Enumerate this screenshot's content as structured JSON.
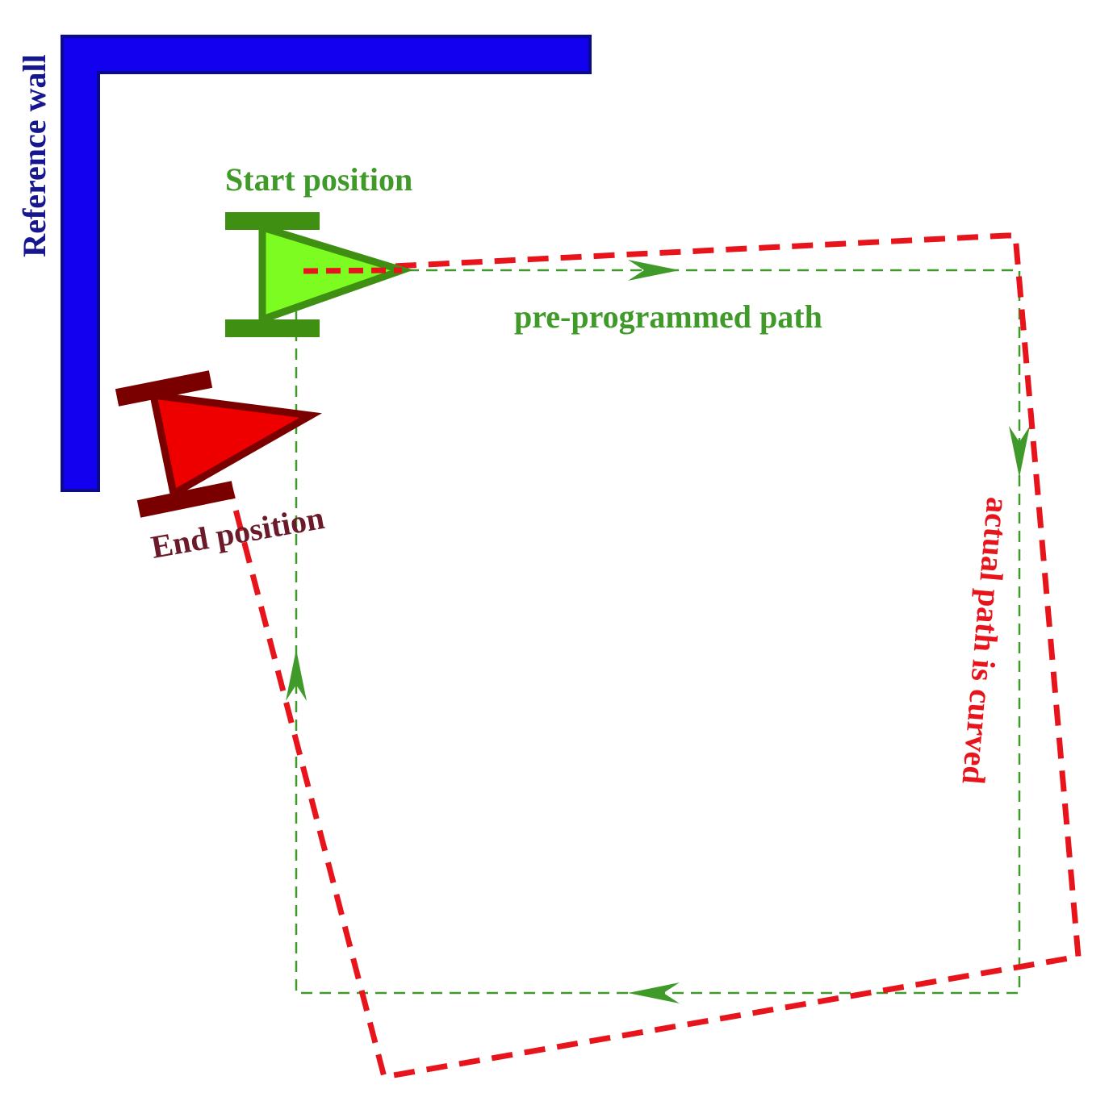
{
  "labels": {
    "reference_wall": "Reference wall",
    "start_position": "Start position",
    "preprogrammed_path": "pre-programmed path",
    "end_position": "End position",
    "actual_path": "actual path is curved"
  },
  "colors": {
    "wall_fill": "#1200ee",
    "wall_outline": "#0a0a8c",
    "start_robot_fill": "#7cfc20",
    "start_robot_outline": "#3f8f12",
    "end_robot_fill": "#ee0000",
    "end_robot_outline": "#7a0000",
    "planned_path": "#3f9a2a",
    "actual_path": "#e8141c",
    "end_label": "#6a1a28"
  }
}
